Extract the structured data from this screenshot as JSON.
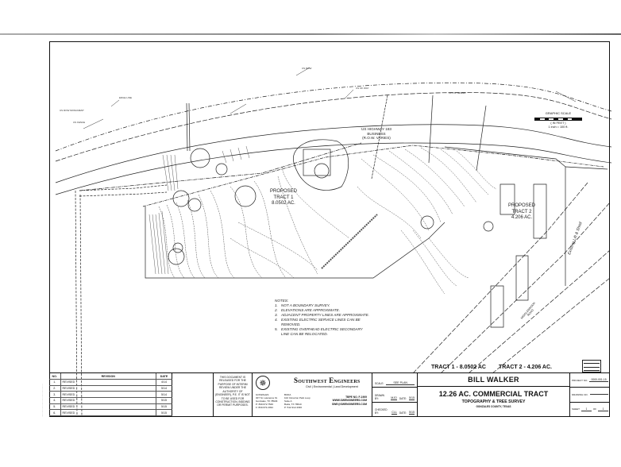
{
  "document": {
    "type": "survey-drawing",
    "sheet_label": "Topography & Tree Survey plan sheet"
  },
  "plan": {
    "highway_label": [
      "US HIGHWAY 183",
      "BUSINESS",
      "(R.O.W. VARIES)"
    ],
    "road_label": [
      "MIDDLEBROOK",
      "ROAD"
    ],
    "tract1_label": [
      "PROPOSED",
      "TRACT 1",
      "8.0502 AC."
    ],
    "tract2_label": [
      "PROPOSED",
      "TRACT 2",
      "4.206 AC."
    ],
    "handwritten_note": [
      "Existing Lift",
      "& Shed"
    ]
  },
  "notes": {
    "heading": "NOTES:",
    "items": [
      {
        "n": "1.",
        "text": "NOT A BOUNDARY SURVEY."
      },
      {
        "n": "2.",
        "text": "ELEVATIONS ARE APPROXIMATE."
      },
      {
        "n": "3.",
        "text": "ADJACENT PROPERTY LINES ARE APPROXIMATE."
      },
      {
        "n": "4.",
        "text": "EXISTING ELECTRIC SERVICE LINES CAN BE REMOVED."
      },
      {
        "n": "5.",
        "text": "EXISTING OVERHEAD ELECTRIC SECONDARY LINE CAN BE RELOCATED."
      }
    ]
  },
  "tract_totals": {
    "tract1": "TRACT 1 - 8.0502 AC",
    "tract2": "TRACT 2 - 4.206 AC."
  },
  "graphic_scale": {
    "title": "GRAPHIC SCALE",
    "units": "( IN FEET )",
    "ratio": "1 inch = 100 ft."
  },
  "title_block": {
    "revisions": {
      "headers": [
        "NO.",
        "REVISION",
        "DATE"
      ],
      "rows": [
        {
          "no": "1.",
          "revision": "REVISED",
          "date": "4/14"
        },
        {
          "no": "2.",
          "revision": "REVISED",
          "date": "5/14"
        },
        {
          "no": "3.",
          "revision": "REVISED",
          "date": "5/14"
        },
        {
          "no": "4.",
          "revision": "REVISED",
          "date": "5/15"
        },
        {
          "no": "5.",
          "revision": "REVISED",
          "date": "5/15"
        },
        {
          "no": "6.",
          "revision": "REVISED",
          "date": "5/15"
        }
      ]
    },
    "release_statement": "THIS DOCUMENT IS RELEASED FOR THE PURPOSE OF INTERIM REVIEW UNDER THE AUTHORITY OF (ENGINEER), P.E. IT IS NOT TO BE USED FOR CONSTRUCTION, BIDDING OR PERMIT PURPOSES.",
    "company": {
      "name": "Southwest Engineers",
      "tagline": "Civil | Environmental | Land Development",
      "office1": [
        "GONZALES",
        "307 St. Lawrence St.",
        "Gonzales, TX 78629",
        "P: 830.672.7546",
        "F: 830.672.2034"
      ],
      "office2": [
        "BUDA",
        "102 Cimarron Park Loop",
        "Suite A",
        "Buda, TX 78610",
        "P: 512.312.4336"
      ],
      "firm_no": "TBPE NO. F-1909",
      "website": "WWW.SWENGINEERS.COM",
      "email": "SWE@SWENGINEERS.COM"
    },
    "fields": {
      "scale_label": "SCALE:",
      "scale_value": "SEE PLAN",
      "drawn_label": "DRAWN BY:",
      "drawn_value": "MJO",
      "drawn_date_label": "DATE:",
      "drawn_date": "5/15",
      "checked_label": "CHECKED BY:",
      "checked_value": "CLL",
      "checked_date_label": "DATE:",
      "checked_date": "5/15"
    },
    "client": "BILL WALKER",
    "project_title": "12.26 AC. COMMERCIAL TRACT",
    "subtitle": "TOPOGRAPHY & TREE SURVEY",
    "county": "GONZALES COUNTY, TEXAS",
    "meta": {
      "project_no_label": "PROJECT NO.",
      "project_no": "0000-001-15",
      "drawing_no_label": "DRAWING NO.",
      "drawing_no": "",
      "sheet_label": "SHEET",
      "sheet_value": "1",
      "of_label": "OF",
      "sheet_total": "1"
    }
  },
  "colors": {
    "ink": "#111111",
    "paper": "#ffffff",
    "contour": "#444444"
  }
}
